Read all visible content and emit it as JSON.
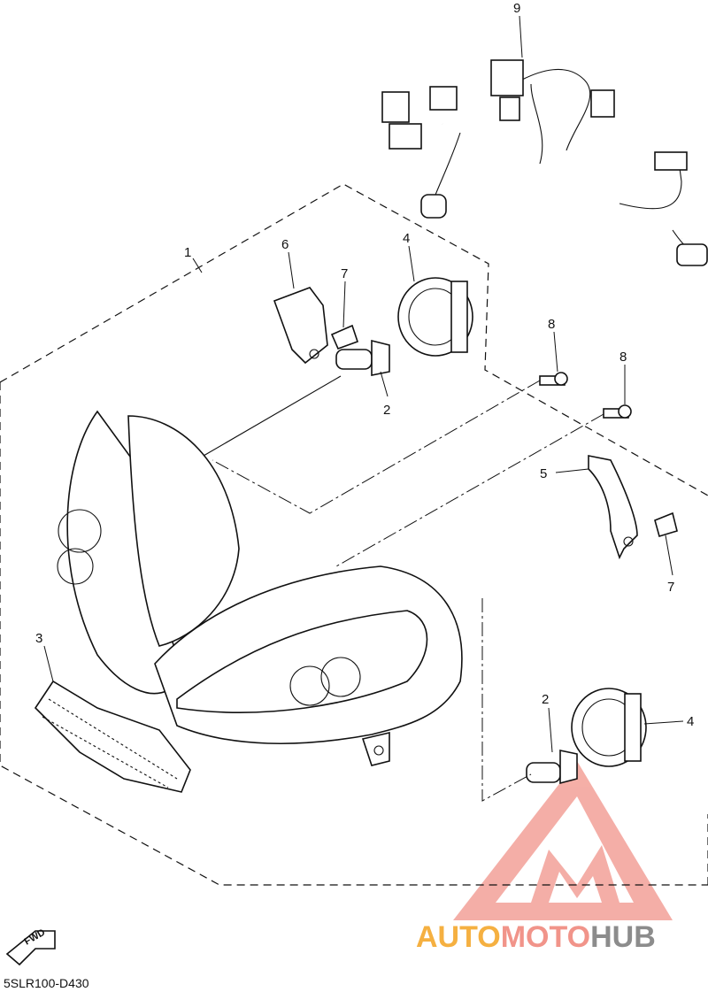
{
  "callouts": [
    {
      "id": "1",
      "label": "1"
    },
    {
      "id": "2a",
      "label": "2"
    },
    {
      "id": "2b",
      "label": "2"
    },
    {
      "id": "3",
      "label": "3"
    },
    {
      "id": "4a",
      "label": "4"
    },
    {
      "id": "4b",
      "label": "4"
    },
    {
      "id": "5",
      "label": "5"
    },
    {
      "id": "6",
      "label": "6"
    },
    {
      "id": "7a",
      "label": "7"
    },
    {
      "id": "7b",
      "label": "7"
    },
    {
      "id": "8a",
      "label": "8"
    },
    {
      "id": "8b",
      "label": "8"
    },
    {
      "id": "9",
      "label": "9"
    }
  ],
  "diagram_code": "5SLR100-D430",
  "fwd_label": "FWD",
  "watermark": {
    "part1": "AUTO",
    "part2": "MOTO",
    "part3": "HUB",
    "color1": "#f5b041",
    "color2": "#f1948a",
    "color3": "#8c8c8c",
    "logo_color": "#f1948a"
  }
}
